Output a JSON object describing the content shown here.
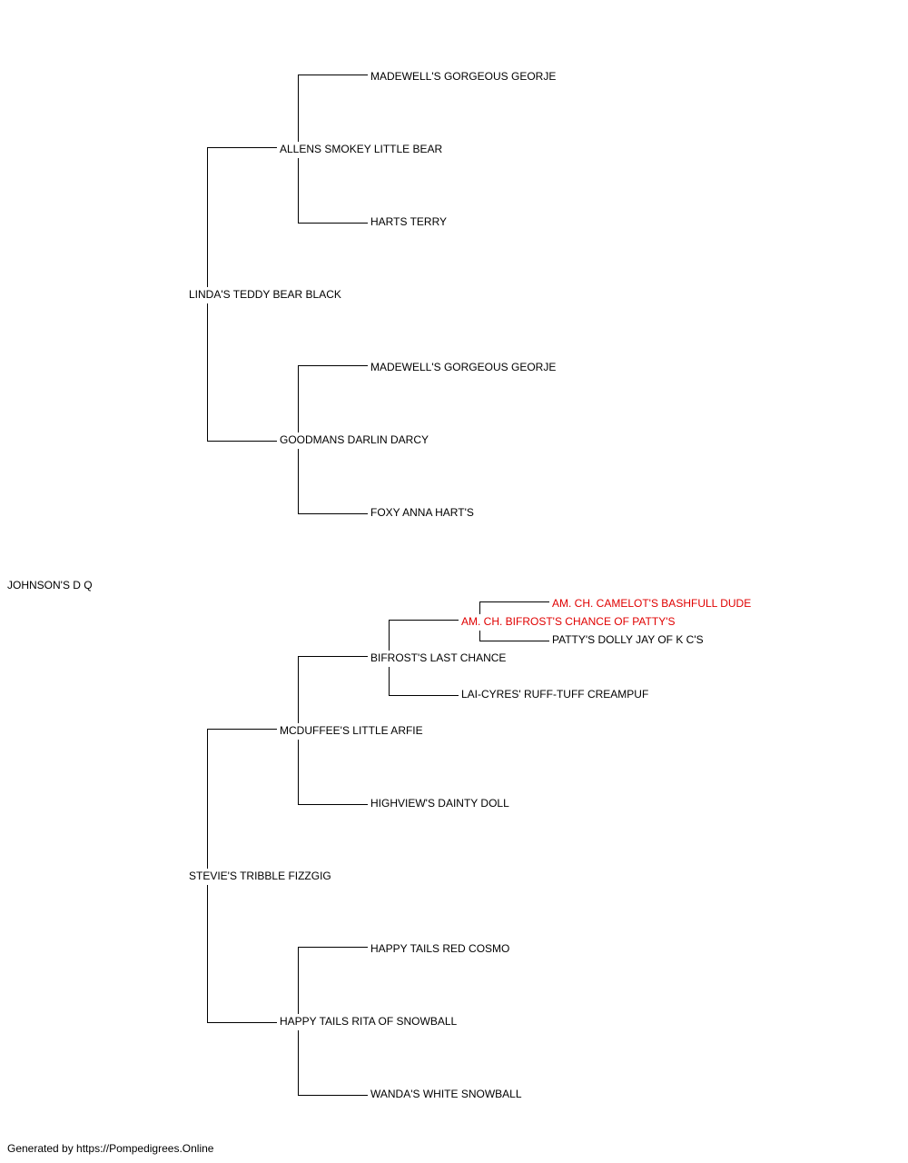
{
  "subject": "JOHNSON'S D Q",
  "highlight_color": "#e00000",
  "line_color": "#000000",
  "sire": {
    "name": "LINDA'S TEDDY BEAR BLACK",
    "sire": {
      "name": "ALLENS SMOKEY LITTLE BEAR",
      "sire": {
        "name": "MADEWELL'S GORGEOUS GEORJE"
      },
      "dam": {
        "name": "HARTS TERRY"
      }
    },
    "dam": {
      "name": "GOODMANS DARLIN DARCY",
      "sire": {
        "name": "MADEWELL'S GORGEOUS GEORJE"
      },
      "dam": {
        "name": "FOXY ANNA HART'S"
      }
    }
  },
  "dam": {
    "name": "STEVIE'S TRIBBLE FIZZGIG",
    "sire": {
      "name": "MCDUFFEE'S LITTLE ARFIE",
      "sire": {
        "name": "BIFROST'S LAST CHANCE",
        "sire": {
          "name": "AM. CH. BIFROST'S CHANCE OF PATTY'S",
          "highlight": true,
          "sire": {
            "name": "AM. CH. CAMELOT'S BASHFULL DUDE",
            "highlight": true
          },
          "dam": {
            "name": "PATTY'S DOLLY JAY OF K C'S"
          }
        },
        "dam": {
          "name": "LAI-CYRES' RUFF-TUFF CREAMPUF"
        }
      },
      "dam": {
        "name": "HIGHVIEW'S DAINTY DOLL"
      }
    },
    "dam": {
      "name": "HAPPY TAILS RITA OF SNOWBALL",
      "sire": {
        "name": "HAPPY TAILS RED COSMO"
      },
      "dam": {
        "name": "WANDA'S WHITE SNOWBALL"
      }
    }
  },
  "footer": "Generated by https://Pompedigrees.Online"
}
